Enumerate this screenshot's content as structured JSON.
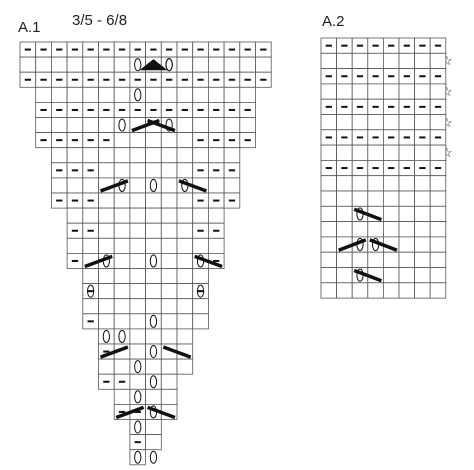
{
  "chart_a1": {
    "title": "A.1",
    "size_range": "3/5 - 6/8",
    "columns": 16,
    "rows": [
      {
        "from": 0,
        "to": 16,
        "purl": [
          0,
          1,
          2,
          3,
          4,
          5,
          6,
          7,
          8,
          9,
          10,
          11,
          12,
          13,
          14,
          15
        ]
      },
      {
        "from": 0,
        "to": 16,
        "purl": []
      },
      {
        "from": 0,
        "to": 16,
        "purl": [
          0,
          1,
          2,
          3,
          4,
          5,
          6,
          7,
          8,
          9,
          10,
          11,
          12,
          13,
          14,
          15
        ]
      },
      {
        "from": 1,
        "to": 15,
        "purl": []
      },
      {
        "from": 1,
        "to": 15,
        "purl": [
          1,
          2,
          3,
          4,
          5,
          6,
          7,
          8,
          9,
          10,
          11,
          12,
          13,
          14
        ]
      },
      {
        "from": 1,
        "to": 15,
        "purl": []
      },
      {
        "from": 1,
        "to": 15,
        "purl": [
          1,
          2,
          3,
          4,
          5,
          11,
          12,
          13,
          14
        ]
      },
      {
        "from": 2,
        "to": 14,
        "purl": []
      },
      {
        "from": 2,
        "to": 14,
        "purl": [
          2,
          3,
          4,
          11,
          12,
          13
        ]
      },
      {
        "from": 2,
        "to": 14,
        "purl": []
      },
      {
        "from": 2,
        "to": 14,
        "purl": [
          2,
          3,
          4,
          11,
          12,
          13
        ]
      },
      {
        "from": 3,
        "to": 13,
        "purl": []
      },
      {
        "from": 3,
        "to": 13,
        "purl": [
          3,
          4,
          11,
          12
        ]
      },
      {
        "from": 3,
        "to": 13,
        "purl": []
      },
      {
        "from": 3,
        "to": 13,
        "purl": [
          3,
          12
        ]
      },
      {
        "from": 4,
        "to": 12,
        "purl": []
      },
      {
        "from": 4,
        "to": 12,
        "purl": [
          4,
          11
        ]
      },
      {
        "from": 4,
        "to": 12,
        "purl": []
      },
      {
        "from": 4,
        "to": 12,
        "purl": [
          4
        ]
      },
      {
        "from": 5,
        "to": 11,
        "purl": []
      },
      {
        "from": 5,
        "to": 11,
        "purl": [
          5
        ]
      },
      {
        "from": 5,
        "to": 11,
        "purl": []
      },
      {
        "from": 5,
        "to": 10,
        "purl": [
          5,
          6
        ]
      },
      {
        "from": 6,
        "to": 10,
        "purl": []
      },
      {
        "from": 6,
        "to": 10,
        "purl": [
          6,
          7
        ]
      },
      {
        "from": 7,
        "to": 9,
        "purl": []
      },
      {
        "from": 7,
        "to": 9,
        "purl": [
          7
        ]
      },
      {
        "from": 7,
        "to": 8,
        "purl": []
      }
    ],
    "yarn_overs": [
      [
        1,
        7
      ],
      [
        1,
        9
      ],
      [
        3,
        7
      ],
      [
        5,
        6
      ],
      [
        9,
        6
      ],
      [
        14,
        5
      ],
      [
        16,
        4
      ],
      [
        19,
        5
      ],
      [
        19,
        6
      ],
      [
        21,
        7
      ],
      [
        23,
        7
      ],
      [
        25,
        7
      ],
      [
        27,
        7
      ],
      [
        27,
        8
      ],
      [
        24,
        8
      ],
      [
        22,
        8
      ],
      [
        20,
        8
      ],
      [
        18,
        8
      ],
      [
        14,
        8
      ],
      [
        9,
        8
      ],
      [
        5,
        9
      ],
      [
        1,
        9
      ],
      [
        9,
        10
      ],
      [
        14,
        11
      ],
      [
        16,
        11
      ]
    ],
    "cables_left": [
      [
        5,
        7
      ],
      [
        9,
        5
      ],
      [
        14,
        4
      ],
      [
        20,
        5
      ],
      [
        24,
        6
      ]
    ],
    "cables_right": [
      [
        5,
        9
      ],
      [
        9,
        11
      ],
      [
        14,
        12
      ],
      [
        20,
        10
      ],
      [
        24,
        9
      ]
    ],
    "triangle": {
      "row": 1,
      "col": 8
    }
  },
  "chart_a2": {
    "title": "A.2",
    "columns": 8,
    "row_count": 17,
    "purl_rows": [
      0,
      2,
      4,
      6,
      8
    ],
    "yarn_overs": [
      [
        11,
        2
      ],
      [
        13,
        2
      ],
      [
        13,
        3
      ],
      [
        15,
        2
      ]
    ],
    "cables_left": [
      [
        13,
        1
      ]
    ],
    "cables_right": [
      [
        11,
        3
      ],
      [
        13,
        4
      ],
      [
        15,
        3
      ]
    ],
    "star_rows": [
      1,
      3,
      5,
      7
    ],
    "star_symbol": "☆"
  },
  "colors": {
    "grid": "#555555",
    "ink": "#111111",
    "background": "#ffffff"
  }
}
